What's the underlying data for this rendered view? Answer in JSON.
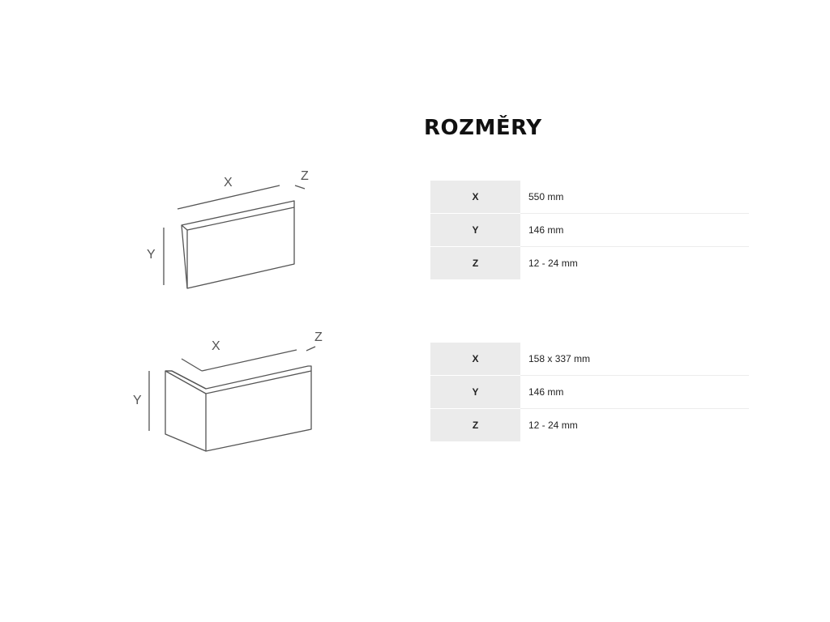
{
  "title": "ROZMĚRY",
  "diagrams": {
    "straight": {
      "x_label": "X",
      "y_label": "Y",
      "z_label": "Z"
    },
    "corner": {
      "x_label": "X",
      "y_label": "Y",
      "z_label": "Z"
    }
  },
  "tables": {
    "straight": [
      {
        "key": "X",
        "value": "550 mm"
      },
      {
        "key": "Y",
        "value": "146 mm"
      },
      {
        "key": "Z",
        "value": "12 - 24 mm"
      }
    ],
    "corner": [
      {
        "key": "X",
        "value": "158 x 337 mm"
      },
      {
        "key": "Y",
        "value": "146 mm"
      },
      {
        "key": "Z",
        "value": "12 - 24 mm"
      }
    ]
  },
  "colors": {
    "outline": "#555555",
    "key_cell_bg": "#ebebeb",
    "row_divider": "#ececec",
    "title": "#111111"
  }
}
